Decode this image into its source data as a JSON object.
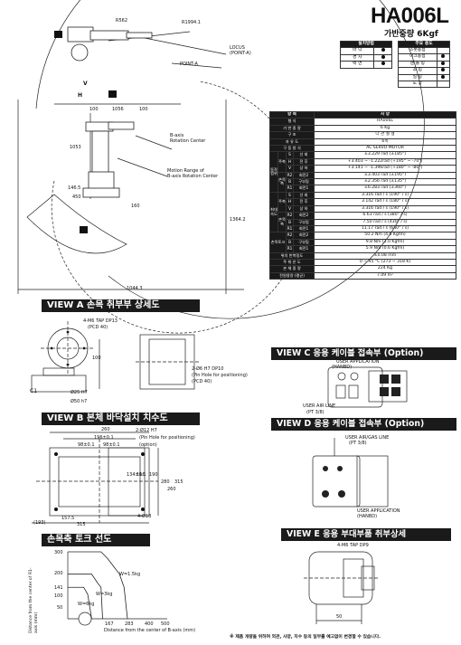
{
  "header": {
    "model": "HA006L",
    "subtitle": "가반중량 6Kgf"
  },
  "install_table": {
    "title": "설치방법",
    "rows": [
      {
        "label": "바 닥",
        "mark": true
      },
      {
        "label": "경 사",
        "mark": true
      },
      {
        "label": "벽 면",
        "mark": true
      }
    ]
  },
  "usage_table": {
    "title": "주요 용도",
    "rows": [
      {
        "label": "스폿용접",
        "mark": false
      },
      {
        "label": "아크용접",
        "mark": true
      },
      {
        "label": "핸 들 링",
        "mark": true
      },
      {
        "label": "조 립",
        "mark": true
      },
      {
        "label": "실 링",
        "mark": true
      },
      {
        "label": "도 장",
        "mark": false
      }
    ]
  },
  "spec_table": {
    "col_item": "항 목",
    "col_spec": "사 양",
    "rows": [
      [
        "",
        "",
        "",
        "형 식",
        "HA006L"
      ],
      [
        "",
        "",
        "",
        "가 반 중 량",
        "6 Kg"
      ],
      [
        "",
        "",
        "",
        "구 조",
        "다 관 절 형"
      ],
      [
        "",
        "",
        "",
        "자 유 도",
        "6축"
      ],
      [
        "",
        "",
        "",
        "구 동 방 식",
        "AC SERVO MOTOR"
      ],
      [
        "동작범위",
        "주축",
        "S",
        "선 회",
        "±3.229 rad (±185°)"
      ],
      [
        "",
        "",
        "H",
        "전 후",
        "+3.403 ~ -1.222rad (+195° ~ -70°)"
      ],
      [
        "",
        "",
        "V",
        "상 하",
        "+3.141 ~ -1.396rad (+180° ~ -80°)"
      ],
      [
        "",
        "손목축",
        "R2",
        "회전2",
        "±3.403 rad (±195°)"
      ],
      [
        "",
        "",
        "B",
        "구부림",
        "±2.356 rad (±135°)"
      ],
      [
        "",
        "",
        "R1",
        "회전1",
        "±6.283 rad (±360°)"
      ],
      [
        "최대속도",
        "주축",
        "S",
        "선 회",
        "3.316 rad / s (190° / s)"
      ],
      [
        "",
        "",
        "H",
        "전 후",
        "3.142 rad / s (180° / s)"
      ],
      [
        "",
        "",
        "V",
        "상 하",
        "3.316 rad / s (190° / s)"
      ],
      [
        "",
        "손목축",
        "R2",
        "회전2",
        "6.63 rad / s (380° / s)"
      ],
      [
        "",
        "",
        "B",
        "구부림",
        "7.50 rad / s (430° / s)"
      ],
      [
        "",
        "",
        "R1",
        "회전1",
        "11.17 rad / s (640° / s)"
      ],
      [
        "손목토크",
        "",
        "R2",
        "회전2",
        "50.2 Nm (4.0 Kgfm)"
      ],
      [
        "",
        "",
        "B",
        "구부림",
        "9.8 Nm (1.0 Kgfm)"
      ],
      [
        "",
        "",
        "R1",
        "회전1",
        "5.9 Nm (0.6 Kgfm)"
      ],
      [
        "",
        "",
        "",
        "위치 반복정도",
        "±0.08 mm"
      ],
      [
        "",
        "",
        "",
        "주 위 온 도",
        "0 ~ 45 °C (273 ~ 318 K)"
      ],
      [
        "",
        "",
        "",
        "본 체 중 량",
        "224 Kg"
      ],
      [
        "",
        "",
        "",
        "전원용량 (평균)",
        "7.09 m²"
      ]
    ]
  },
  "top_drawing": {
    "locus_label": "LOCUS\n(POINT-A)",
    "point_a": "POINT-A",
    "b_axis_center": "B-axis\nRotation Center",
    "motion_range": "Motion Range of\nB-axis Rotation Center",
    "dims": [
      "R1994.1",
      "R562",
      "100",
      "1056",
      "100",
      "1053",
      "146.5",
      "450",
      "1364.2",
      "1044.3",
      "160",
      "V",
      "H",
      "C"
    ]
  },
  "sections": {
    "view_a": "VIEW A  손목 취부부 상세도",
    "view_b": "VIEW B  본체 바닥설치 치수도",
    "torque": "손목축 토크 선도",
    "view_c": "VIEW C 응용 케이블 접속부 (Option)",
    "view_d": "VIEW D 응용 케이블 접속부 (Option)",
    "view_e": "VIEW E  응용 부대부품 취부상세"
  },
  "view_a": {
    "tap": "4-M6 TAP DP13",
    "pcd1": "(PCD 40)",
    "pin": "2-Ø6 H7 DP10",
    "pin_note": "(Pin Hole for positioning)",
    "pcd2": "(PCD 40)",
    "d1": "Ø25 H7",
    "d2": "Ø50 h7",
    "c1": "C1",
    "h": "100"
  },
  "view_b": {
    "pin_h7": "2-Ø12 H7",
    "pin_note": "(Pin Hole for positioning)",
    "option": "(option)",
    "dims": [
      "260",
      "196±0.1",
      "98±0.1",
      "98±0.1",
      "134±0.1",
      "116",
      "190",
      "280",
      "260",
      "315",
      "(193)",
      "157.5",
      "315",
      "4-Ø18"
    ]
  },
  "torque_chart": {
    "y_label": "Distance from the center of R1-axis (mm)",
    "x_label": "Distance from the center of B-axis (mm)",
    "y_ticks": [
      "300",
      "200",
      "141",
      "100",
      "50"
    ],
    "x_ticks": [
      "167",
      "283",
      "400",
      "500"
    ],
    "curves": [
      "W=1.5kg",
      "W=3kg",
      "W=6kg"
    ]
  },
  "view_c": {
    "user_app": "USER APPLICATION",
    "hanbd": "(HANBD)",
    "air": "USER AIR LINE",
    "pt": "(PT 3/8)"
  },
  "view_d": {
    "air_gas": "USER AIR/GAS LINE",
    "pt": "(PT 3/8)",
    "user_app": "USER APPLICATION",
    "hanbd": "(HANBD)"
  },
  "view_e": {
    "tap": "4-M6 TAP DP9",
    "dim": "50"
  },
  "footer": "※ 제품 개량을 위하여 외관, 사양, 치수 등의 일부를 예고없이 변경할 수 있습니다."
}
